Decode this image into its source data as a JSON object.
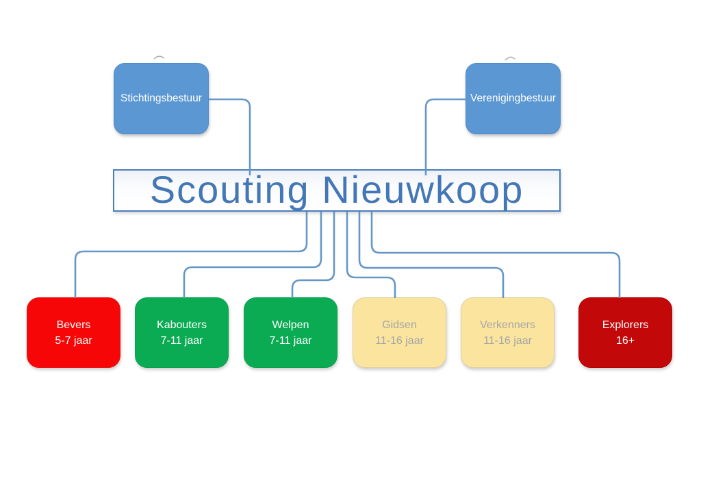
{
  "title": {
    "label": "Scouting Nieuwkoop",
    "text_color": "#4377B5",
    "border_color": "#4B7FBC"
  },
  "boards": [
    {
      "label": "Stichtingsbestuur",
      "fill": "#5B97D3",
      "border_color": "#4F8BC8",
      "text_color": "#FFFFFF"
    },
    {
      "label": "Verenigingbestuur",
      "fill": "#5B97D3",
      "border_color": "#4F8BC8",
      "text_color": "#FFFFFF"
    }
  ],
  "groups": [
    {
      "name": "Bevers",
      "age": "5-7 jaar",
      "fill": "#F60606",
      "border_color": "#E51515",
      "text_color": "#FFFFFF"
    },
    {
      "name": "Kabouters",
      "age": "7-11 jaar",
      "fill": "#0AAB53",
      "border_color": "#09A04D",
      "text_color": "#FFFFFF"
    },
    {
      "name": "Welpen",
      "age": "7-11 jaar",
      "fill": "#0AAB53",
      "border_color": "#09A04D",
      "text_color": "#FFFFFF"
    },
    {
      "name": "Gidsen",
      "age": "11-16 jaar",
      "fill": "#FAE49E",
      "border_color": "#DFD0A0",
      "text_color": "#A6A6A6"
    },
    {
      "name": "Verkenners",
      "age": "11-16 jaar",
      "fill": "#FAE49E",
      "border_color": "#DFD0A0",
      "text_color": "#A6A6A6"
    },
    {
      "name": "Explorers",
      "age": "16+",
      "fill": "#C20808",
      "border_color": "#B20505",
      "text_color": "#FFFFFF"
    }
  ],
  "connectors": {
    "color": "#6596C6"
  }
}
